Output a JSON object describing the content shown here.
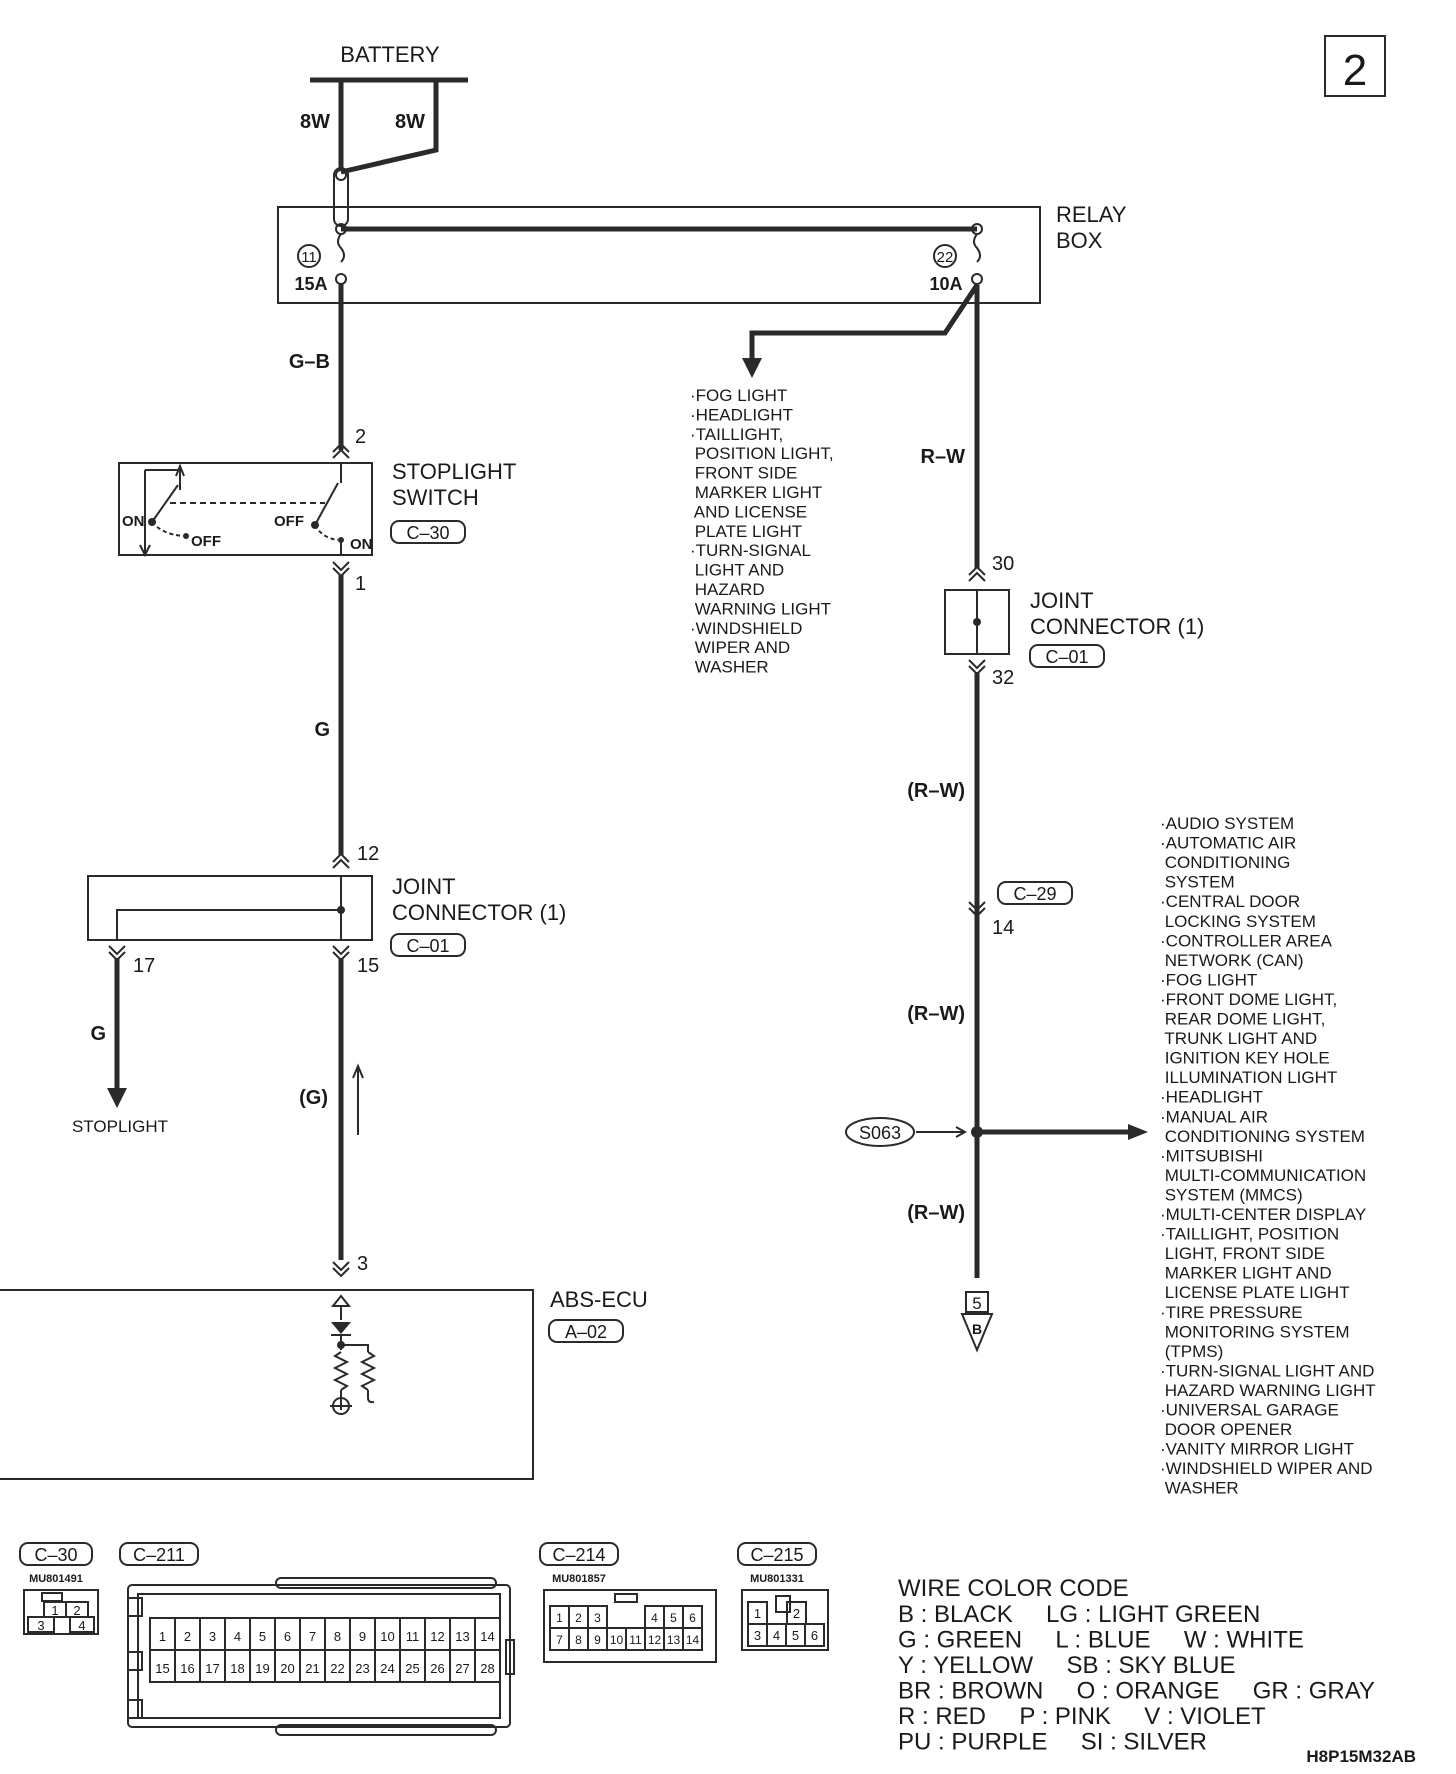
{
  "page_number": "2",
  "battery": {
    "label": "BATTERY",
    "wire_left": "8W",
    "wire_right": "8W"
  },
  "relay_box": {
    "label_line1": "RELAY",
    "label_line2": "BOX",
    "fuse_left_number": "11",
    "fuse_left_rating": "15A",
    "fuse_right_number": "22",
    "fuse_right_rating": "10A"
  },
  "wires": {
    "g_b": "G–B",
    "r_w_top": "R–W",
    "g_mid": "G",
    "r_w_1": "(R–W)",
    "r_w_2": "(R–W)",
    "r_w_3": "(R–W)",
    "g_stoplight": "G",
    "g_paren": "(G)"
  },
  "fuse22_loads": [
    "·FOG LIGHT",
    "·HEADLIGHT",
    "·TAILLIGHT,",
    " POSITION LIGHT,",
    " FRONT SIDE",
    " MARKER LIGHT",
    " AND LICENSE",
    " PLATE LIGHT",
    "·TURN-SIGNAL",
    " LIGHT AND",
    " HAZARD",
    " WARNING LIGHT",
    "·WINDSHIELD",
    " WIPER AND",
    " WASHER"
  ],
  "stoplight_switch": {
    "label_line1": "STOPLIGHT",
    "label_line2": "SWITCH",
    "connector": "C–30",
    "pin_top": "2",
    "pin_bottom": "1",
    "on_left": "ON",
    "off_left": "OFF",
    "off_right": "OFF",
    "on_right": "ON"
  },
  "joint_connector_right": {
    "label_line1": "JOINT",
    "label_line2": "CONNECTOR (1)",
    "connector": "C–01",
    "pin_top": "30",
    "pin_bottom": "32"
  },
  "joint_connector_left": {
    "label_line1": "JOINT",
    "label_line2": "CONNECTOR (1)",
    "connector": "C–01",
    "pin_top": "12",
    "pin_bottom_left": "17",
    "pin_bottom_right": "15"
  },
  "c29": {
    "connector": "C–29",
    "pin": "14"
  },
  "stoplight_label": "STOPLIGHT",
  "splice": "S063",
  "splice_loads": [
    "·AUDIO SYSTEM",
    "·AUTOMATIC AIR",
    " CONDITIONING",
    " SYSTEM",
    "·CENTRAL DOOR",
    " LOCKING SYSTEM",
    "·CONTROLLER AREA",
    " NETWORK (CAN)",
    "·FOG LIGHT",
    "·FRONT DOME LIGHT,",
    " REAR DOME LIGHT,",
    " TRUNK LIGHT AND",
    " IGNITION KEY HOLE",
    " ILLUMINATION LIGHT",
    "·HEADLIGHT",
    "·MANUAL AIR",
    " CONDITIONING SYSTEM",
    "·MITSUBISHI",
    " MULTI-COMMUNICATION",
    " SYSTEM (MMCS)",
    "·MULTI-CENTER DISPLAY",
    "·TAILLIGHT, POSITION",
    " LIGHT, FRONT SIDE",
    " MARKER LIGHT AND",
    " LICENSE PLATE LIGHT",
    "·TIRE PRESSURE",
    " MONITORING SYSTEM",
    " (TPMS)",
    "·TURN-SIGNAL LIGHT AND",
    " HAZARD WARNING LIGHT",
    "·UNIVERSAL GARAGE",
    " DOOR OPENER",
    "·VANITY MIRROR LIGHT",
    "·WINDSHIELD WIPER AND",
    " WASHER"
  ],
  "continuation": {
    "page": "5",
    "letter": "B"
  },
  "abs_ecu": {
    "label": "ABS-ECU",
    "connector": "A–02",
    "pin": "3"
  },
  "connector_views": {
    "c30": {
      "name": "C–30",
      "part": "MU801491",
      "pins": [
        "1",
        "2",
        "3",
        "4"
      ]
    },
    "c211": {
      "name": "C–211",
      "row1": [
        "1",
        "2",
        "3",
        "4",
        "5",
        "6",
        "7",
        "8",
        "9",
        "10",
        "11",
        "12",
        "13",
        "14"
      ],
      "row2": [
        "15",
        "16",
        "17",
        "18",
        "19",
        "20",
        "21",
        "22",
        "23",
        "24",
        "25",
        "26",
        "27",
        "28"
      ]
    },
    "c214": {
      "name": "C–214",
      "part": "MU801857",
      "row1": [
        "1",
        "2",
        "3",
        "4",
        "5",
        "6"
      ],
      "row2": [
        "7",
        "8",
        "9",
        "10",
        "11",
        "12",
        "13",
        "14"
      ]
    },
    "c215": {
      "name": "C–215",
      "part": "MU801331",
      "row1": [
        "1",
        "2"
      ],
      "row2": [
        "3",
        "4",
        "5",
        "6"
      ]
    }
  },
  "wire_color_code": {
    "title": "WIRE COLOR CODE",
    "lines": [
      "B : BLACK     LG : LIGHT GREEN",
      "G : GREEN     L : BLUE     W : WHITE",
      "Y : YELLOW     SB : SKY BLUE",
      "BR : BROWN     O : ORANGE     GR : GRAY",
      "R : RED     P : PINK     V : VIOLET",
      "PU : PURPLE     SI : SILVER"
    ]
  },
  "diagram_code": "H8P15M32AB"
}
